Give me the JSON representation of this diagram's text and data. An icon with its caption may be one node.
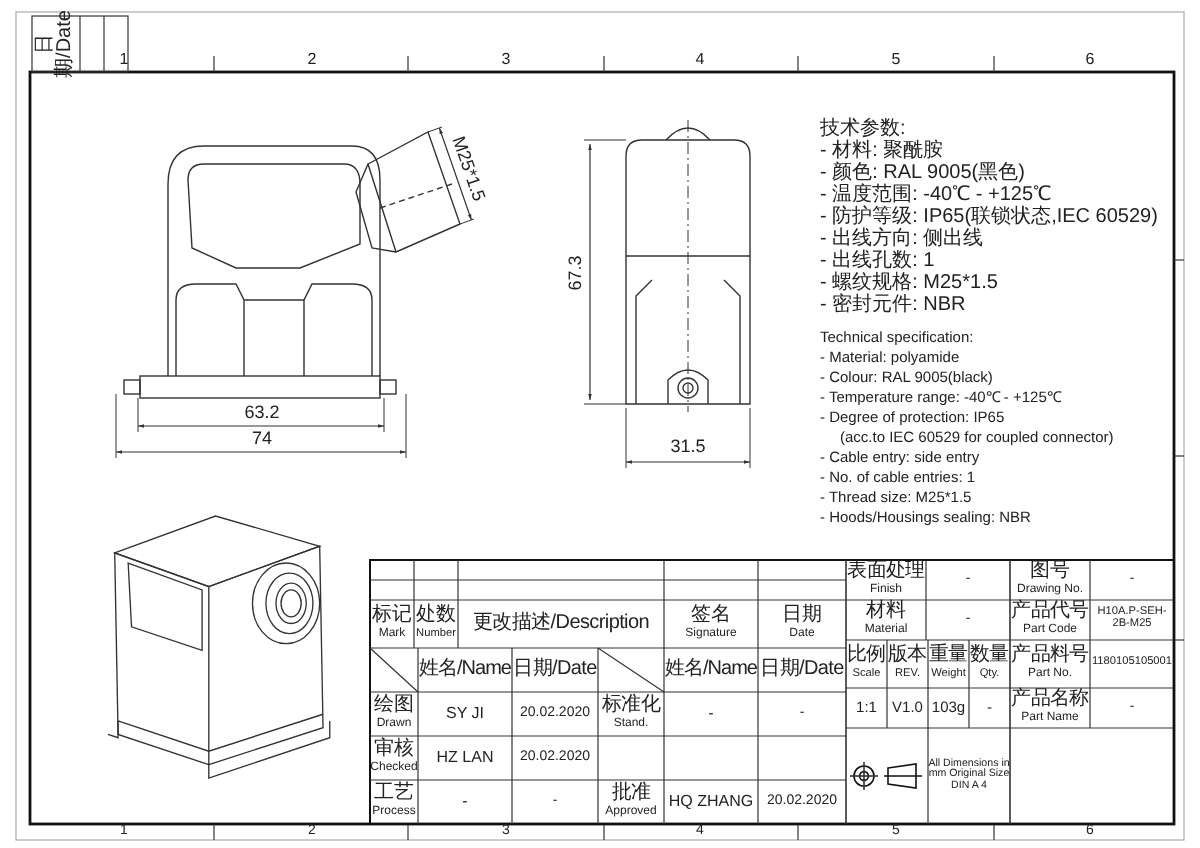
{
  "diagram": {
    "labels": [
      "日期/Date",
      "1",
      "2",
      "3",
      "4",
      "5",
      "6",
      "M25*1.5",
      "63.2",
      "74",
      "67.3",
      "31.5",
      "技术参数:",
      "- 材料: 聚酰胺",
      "- 颜色: RAL 9005(黑色)",
      "- 温度范围: -40℃ - +125℃",
      "- 防护等级: IP65(联锁状态,IEC 60529)",
      "- 出线方向: 侧出线",
      "- 出线孔数: 1",
      "- 螺纹规格: M25*1.5",
      "- 密封元件: NBR",
      "Technical specification:",
      "- Material: polyamide",
      "- Colour: RAL 9005(black)",
      "- Temperature range: -40℃ - +125℃",
      "- Degree of protection: IP65",
      "(acc.to IEC 60529 for coupled connector)",
      "- Cable entry: side entry",
      "- No. of cable entries: 1",
      "- Thread size: M25*1.5",
      "- Hoods/Housings sealing: NBR",
      "表面处理",
      "Finish",
      "-",
      "图号",
      "Drawing No.",
      "-",
      "标记",
      "Mark",
      "处数",
      "Number",
      "更改描述/Description",
      "签名",
      "Signature",
      "日期",
      "Date",
      "材料",
      "Material",
      "-",
      "产品代号",
      "Part Code",
      "H10A.P-SEH-2B-M25",
      "姓名/Name",
      "日期/Date",
      "姓名/Name",
      "日期/Date",
      "比例",
      "Scale",
      "版本",
      "REV.",
      "重量",
      "Weight",
      "数量",
      "Qty.",
      "产品料号",
      "Part No.",
      "1180105105001",
      "绘图",
      "Drawn",
      "SY JI",
      "20.02.2020",
      "标准化",
      "Stand.",
      "-",
      "-",
      "1:1",
      "V1.0",
      "103g",
      "-",
      "产品名称",
      "Part Name",
      "-",
      "All Dimensions in mm Original Size DIN A 4",
      "审核",
      "Checked",
      "HZ LAN",
      "20.02.2020",
      "工艺",
      "Process",
      "-",
      "-",
      "批准",
      "Approved",
      "HQ ZHANG",
      "20.02.2020",
      "1",
      "2",
      "3",
      "4",
      "5",
      "6"
    ]
  }
}
